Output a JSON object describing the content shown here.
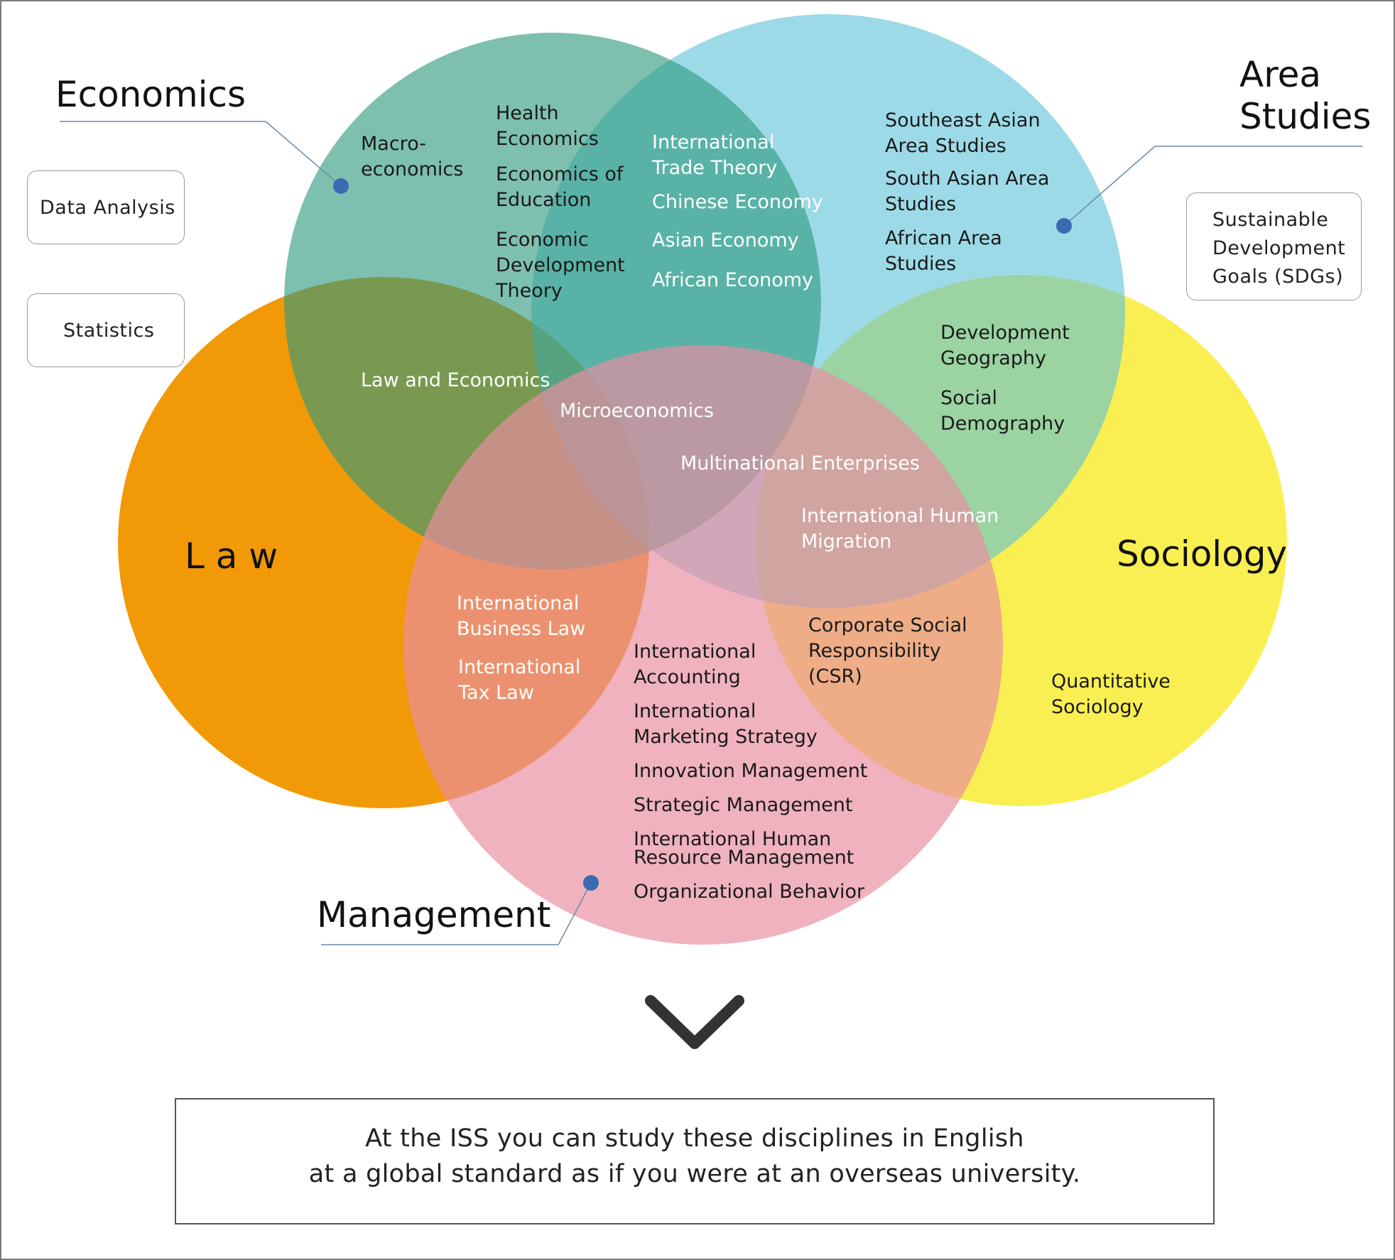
{
  "circles": {
    "economics": {
      "label": "Economics",
      "color": "#3da98e"
    },
    "area_studies": {
      "label_line1": "Area",
      "label_line2": "Studies",
      "color": "#5cc1d9"
    },
    "law": {
      "label": "L a w",
      "color": "#f29600"
    },
    "sociology": {
      "label": "Sociology",
      "color": "#f8ed3a"
    },
    "management": {
      "label": "Management",
      "color": "#e98ea0"
    }
  },
  "topics": {
    "macro_1": "Macro-",
    "macro_2": "economics",
    "health_1": "Health",
    "health_2": "Economics",
    "edu_1": "Economics of",
    "edu_2": "Education",
    "dev_1": "Economic",
    "dev_2": "Development",
    "dev_3": "Theory",
    "trade_1": "International",
    "trade_2": "Trade Theory",
    "chinese": "Chinese Economy",
    "asian": "Asian Economy",
    "african": "African Economy",
    "sea_1": "Southeast Asian",
    "sea_2": "Area Studies",
    "sa_1": "South Asian Area",
    "sa_2": "Studies",
    "afa_1": "African Area",
    "afa_2": "Studies",
    "devgeo_1": "Development",
    "devgeo_2": "Geography",
    "socdem_1": "Social",
    "socdem_2": "Demography",
    "lawecon": "Law and Economics",
    "micro": "Microeconomics",
    "mne": "Multinational Enterprises",
    "ihm_1": "International Human",
    "ihm_2": "Migration",
    "ibl_1": "International",
    "ibl_2": "Business Law",
    "itl_1": "International",
    "itl_2": "Tax Law",
    "acc_1": "International",
    "acc_2": "Accounting",
    "mkt_1": "International",
    "mkt_2": "Marketing Strategy",
    "innov": "Innovation Management",
    "strat": "Strategic Management",
    "ihrm_1": "International Human",
    "ihrm_2": "Resource Management",
    "orgbeh": "Organizational Behavior",
    "csr_1": "Corporate Social",
    "csr_2": "Responsibility",
    "csr_3": "(CSR)",
    "quant_1": "Quantitative",
    "quant_2": "Sociology"
  },
  "side_boxes": {
    "data_analysis": "Data Analysis",
    "statistics": "Statistics",
    "sdg_1": "Sustainable",
    "sdg_2": "Development",
    "sdg_3": "Goals (SDGs)"
  },
  "footer": {
    "line1": "At the ISS you can study these disciplines in English",
    "line2": "at a global standard as if you were at an overseas university."
  },
  "colors": {
    "callout_dot": "#3a6ab0",
    "callout_line": "#6a8aa8",
    "chevron": "#333333"
  }
}
